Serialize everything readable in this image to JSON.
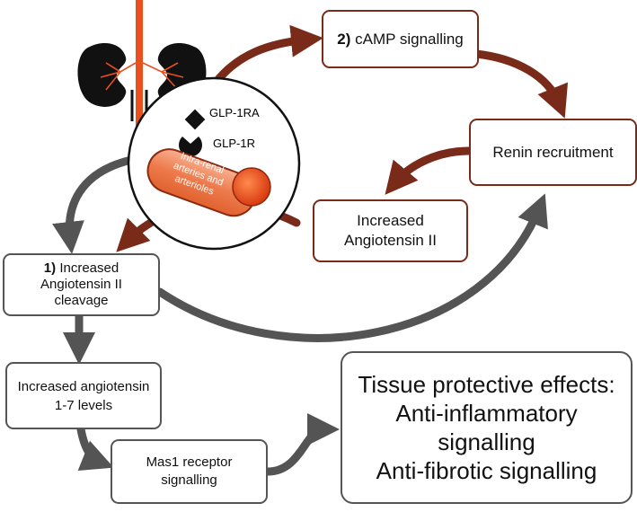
{
  "nodes": {
    "camp": {
      "number": "2)",
      "text": "cAMP signalling"
    },
    "renin": {
      "text": "Renin recruitment"
    },
    "angiotensin_ii": {
      "line1": "Increased",
      "line2": "Angiotensin II"
    },
    "cleavage": {
      "number": "1)",
      "line1": "Increased",
      "line2": "Angiotensin II",
      "line3": "cleavage"
    },
    "angiotensin_17": {
      "line1": "Increased angiotensin",
      "line2": "1-7 levels"
    },
    "mas1": {
      "line1": "Mas1 receptor",
      "line2": "signalling"
    },
    "tissue": {
      "line1": "Tissue protective effects:",
      "line2": "Anti-inflammatory",
      "line3": "signalling",
      "line4": "Anti-fibrotic signalling"
    }
  },
  "illustration": {
    "ligand_label": "GLP-1RA",
    "receptor_label": "GLP-1R",
    "vessel_label_line1": "Intra-renal",
    "vessel_label_line2": "arteries and",
    "vessel_label_line3": "arterioles"
  },
  "colors": {
    "brown_arrow": "#7a2a18",
    "gray_arrow": "#545454",
    "kidney": "#111111",
    "vessel": "#e05a2b",
    "vessel_light": "#f4a07a",
    "aorta": "#e8501e"
  }
}
